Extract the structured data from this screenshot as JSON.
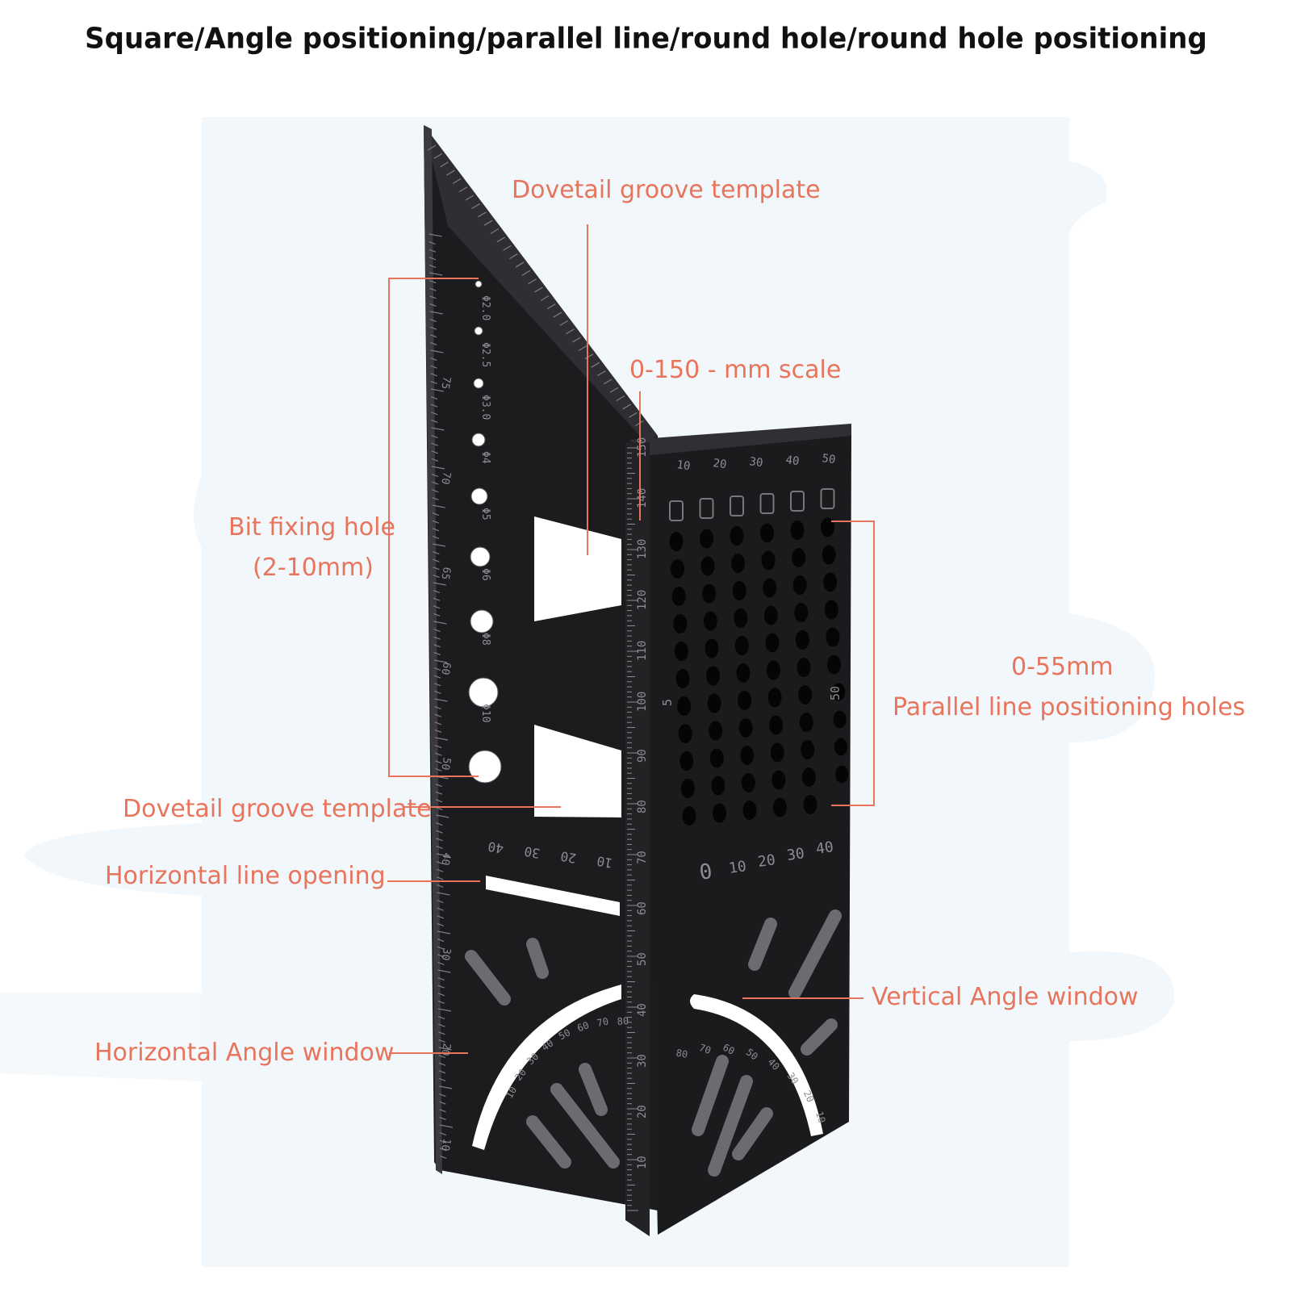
{
  "title": "Square/Angle positioning/parallel line/round hole/round hole positioning",
  "colors": {
    "label": "#e8745c",
    "tool_body": "#1b1b1d",
    "tool_edge": "#2c2c30",
    "background_wash": "#f1f7fb"
  },
  "callouts": {
    "dovetail_top": "Dovetail groove template",
    "mm_scale": "0-150 - mm scale",
    "bit_hole_line1": "Bit fixing hole",
    "bit_hole_line2": "(2-10mm)",
    "parallel_line1": "0-55mm",
    "parallel_line2": "Parallel line positioning holes",
    "dovetail_bottom": "Dovetail groove template",
    "horizontal_opening": "Horizontal line opening",
    "vertical_angle": "Vertical Angle window",
    "horizontal_angle": "Horizontal Angle window"
  },
  "tool_markings": {
    "hole_labels": [
      "Φ2.0",
      "Φ2.5",
      "Φ3.0",
      "Φ4",
      "Φ5",
      "Φ6",
      "Φ8",
      "Φ10"
    ],
    "main_scale": [
      "10",
      "20",
      "30",
      "40",
      "50",
      "60",
      "70",
      "80",
      "90",
      "100",
      "110",
      "120",
      "130",
      "140",
      "150"
    ],
    "top_scale": [
      "10",
      "20",
      "30",
      "40",
      "50"
    ],
    "bottom_scale": [
      "0",
      "10",
      "20",
      "30",
      "40"
    ],
    "left_scale": [
      "10",
      "20",
      "30",
      "40",
      "50",
      "60",
      "65",
      "70",
      "75"
    ],
    "opening_scale": [
      "40",
      "30",
      "20",
      "10"
    ],
    "protractor_scale": [
      "10",
      "20",
      "30",
      "40",
      "50",
      "60",
      "70",
      "80"
    ],
    "side_marks": [
      "5",
      "50"
    ]
  }
}
